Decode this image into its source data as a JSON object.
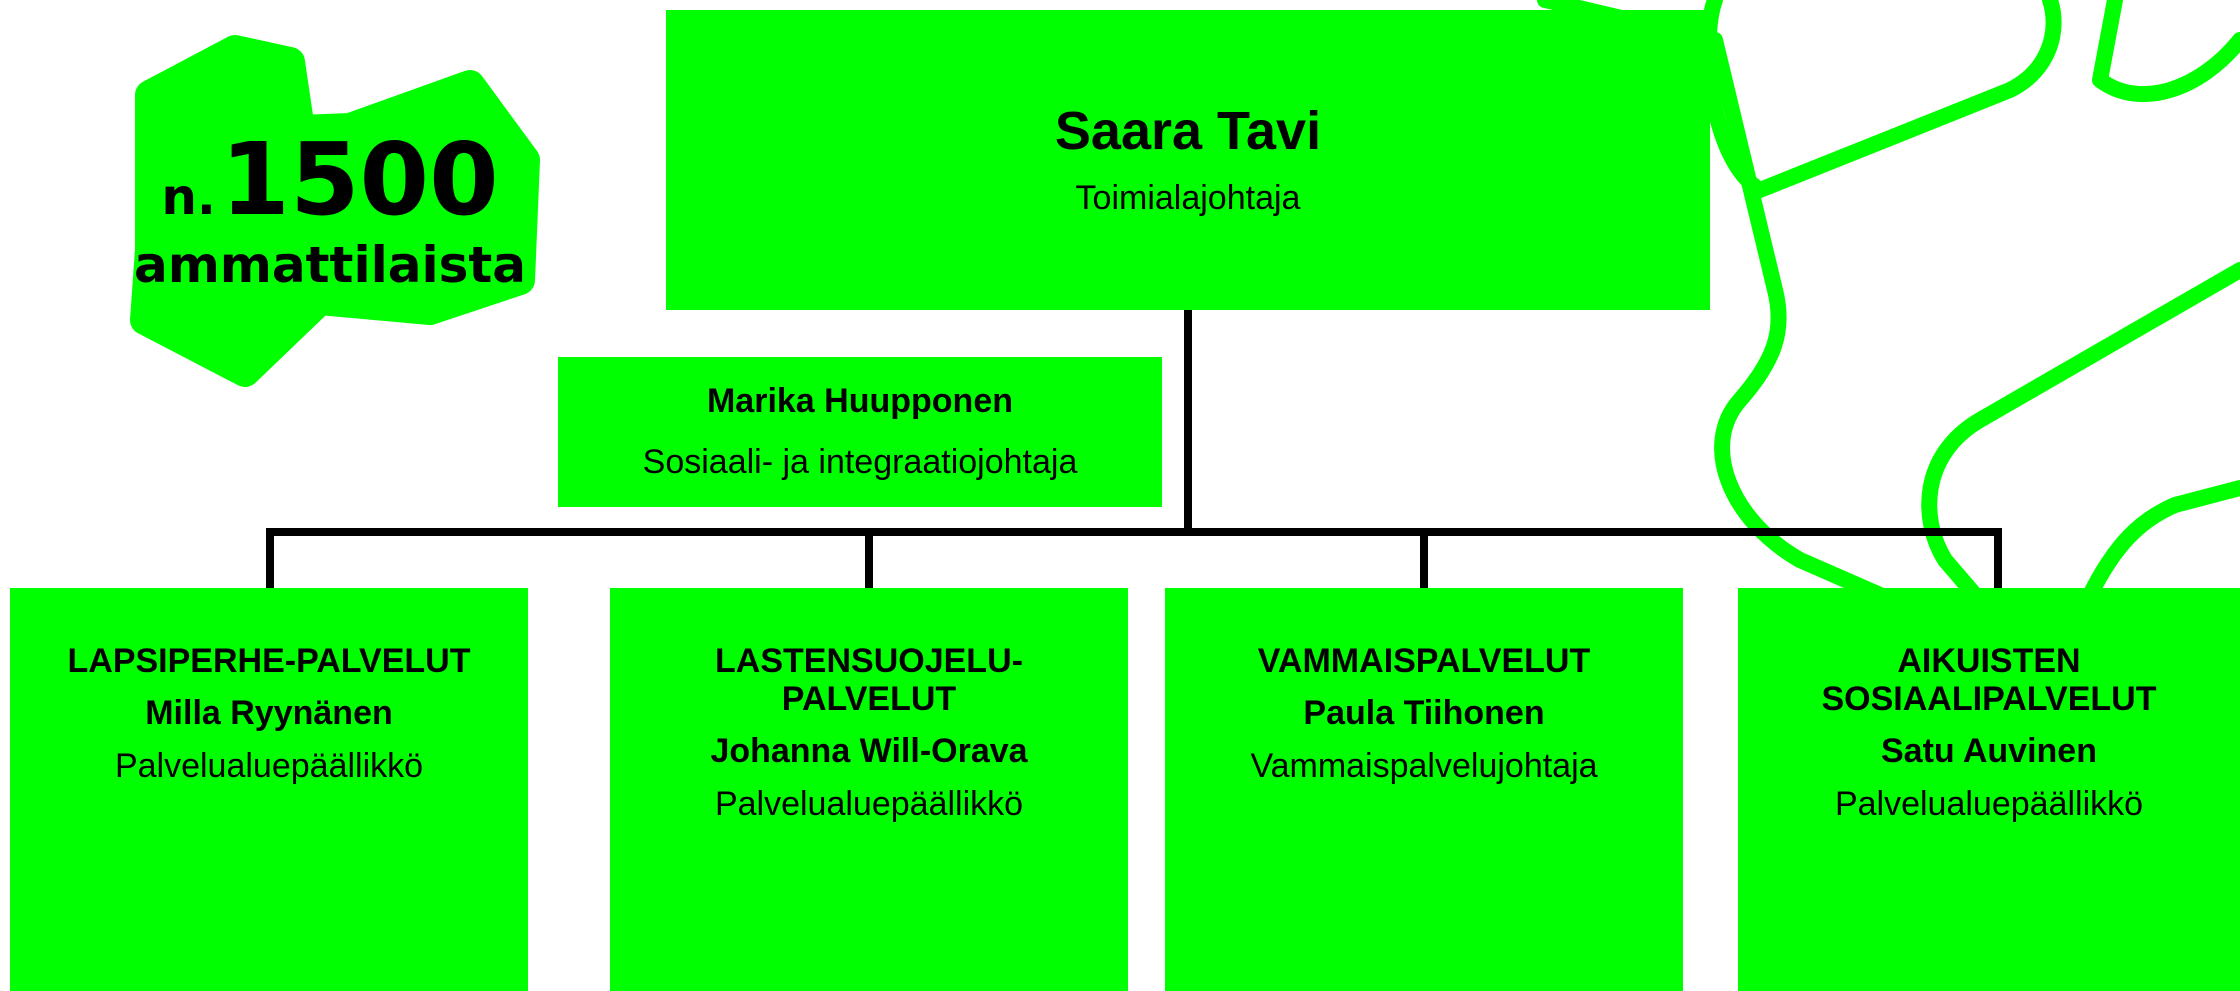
{
  "colors": {
    "accent": "#00ff00",
    "line": "#000000"
  },
  "headcount": {
    "prefix": "n.",
    "number": "1500",
    "label": "ammattilaista"
  },
  "director": {
    "name": "Saara Tavi",
    "title": "Toimialajohtaja"
  },
  "deputy": {
    "name": "Marika Huupponen",
    "title": "Sosiaali- ja integraatiojohtaja"
  },
  "units": [
    {
      "area": "LAPSIPERHE-PALVELUT",
      "name": "Milla Ryynänen",
      "role": "Palvelualuepäällikkö"
    },
    {
      "area": "LASTENSUOJELU-PALVELUT",
      "name": "Johanna Will-Orava",
      "role": "Palvelualuepäällikkö"
    },
    {
      "area": "VAMMAISPALVELUT",
      "name": "Paula Tiihonen",
      "role": "Vammaispalvelujohtaja"
    },
    {
      "area": "AIKUISTEN SOSIAALIPALVELUT",
      "name": "Satu Auvinen",
      "role": "Palvelualuepäällikkö"
    }
  ]
}
